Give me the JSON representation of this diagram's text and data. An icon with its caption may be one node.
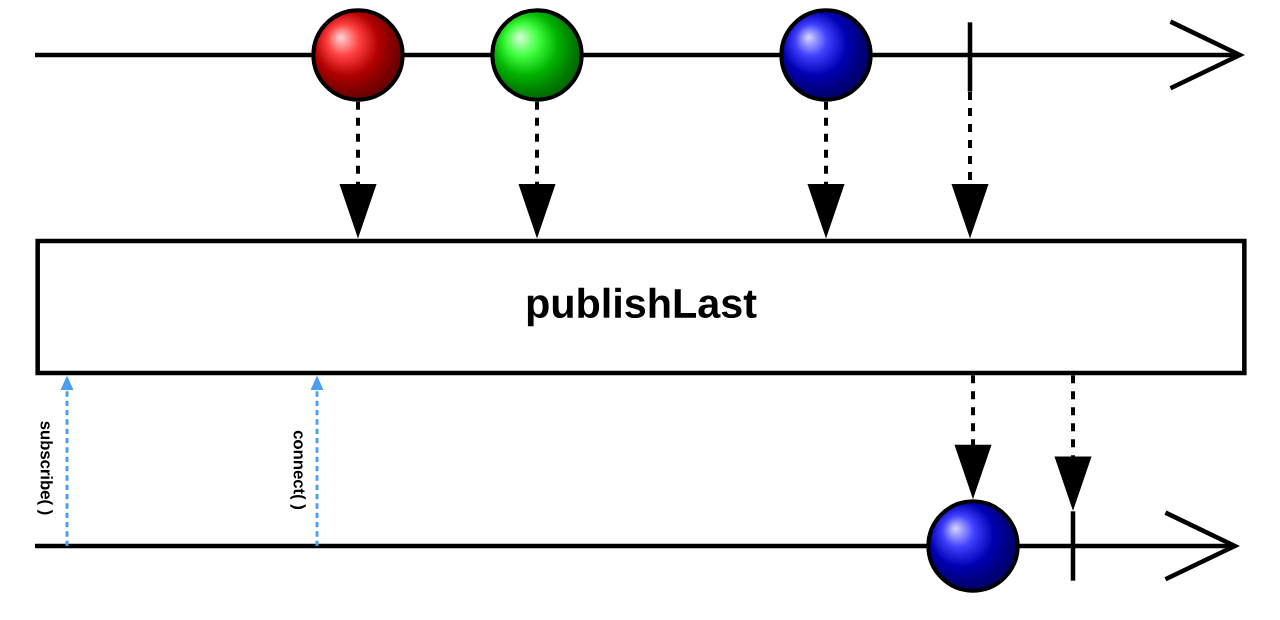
{
  "diagram": {
    "nodes": [
      {
        "text": [],
        "shape": "circle"
      },
      {
        "text": [],
        "shape": "circle"
      },
      {
        "text": [],
        "shape": "circle"
      },
      {
        "text": [],
        "shape": "bar"
      },
      {
        "text": [
          "publishLast"
        ]
      },
      {
        "text": [],
        "shape": "circle"
      },
      {
        "text": [],
        "shape": "bar"
      }
    ],
    "edges": [
      {
        "from": 0,
        "to": 4,
        "arrow": "to",
        "style": "dashed"
      },
      {
        "from": 1,
        "to": 4,
        "arrow": "to",
        "style": "dashed"
      },
      {
        "from": 2,
        "to": 4,
        "arrow": "to",
        "style": "dashed"
      },
      {
        "from": 3,
        "to": 4,
        "arrow": "to",
        "style": "dashed"
      },
      {
        "from": 4,
        "to": 5,
        "arrow": "to",
        "style": "dashed"
      },
      {
        "from": 4,
        "to": 6,
        "arrow": "to",
        "style": "dashed"
      },
      {
        "from": null,
        "to": 4,
        "arrow": "to",
        "style": "dashed",
        "color": "#4a9ff5",
        "label": "subscribe( )"
      },
      {
        "from": null,
        "to": 4,
        "arrow": "to",
        "style": "dashed",
        "color": "#4a9ff5",
        "label": "connect( )"
      }
    ]
  }
}
